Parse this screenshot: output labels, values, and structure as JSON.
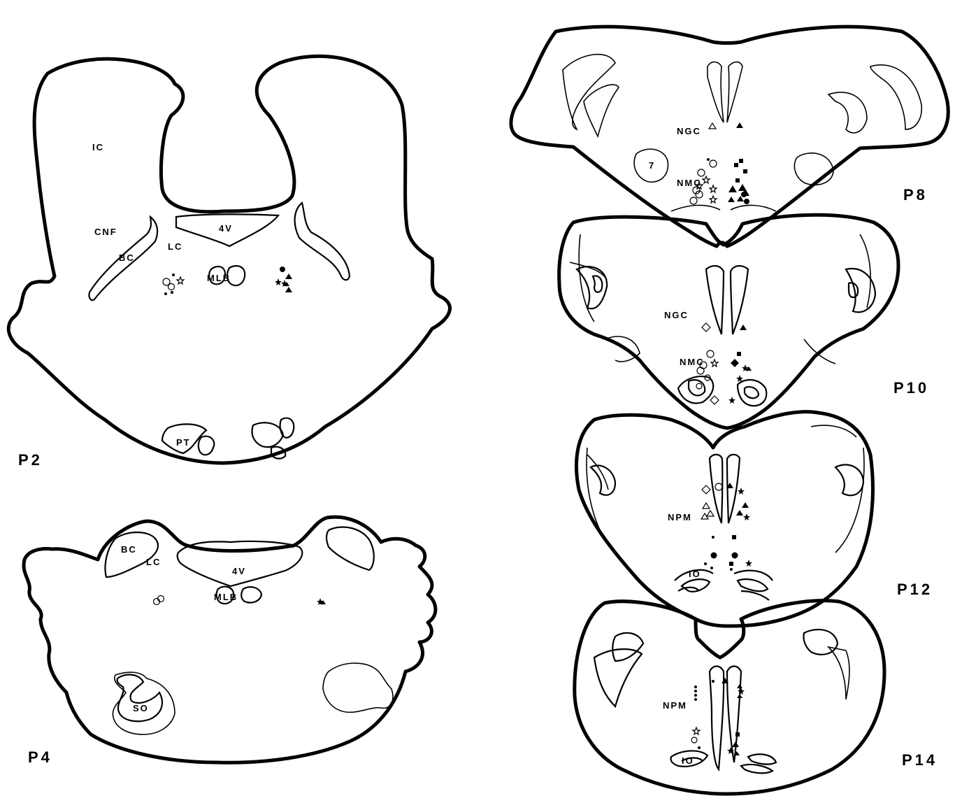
{
  "panels": {
    "p2": {
      "title": "P2",
      "labels": {
        "ic": "IC",
        "cnf": "CNF",
        "bc": "BC",
        "lc": "LC",
        "v4": "4V",
        "mlb": "MLB",
        "pt": "PT"
      }
    },
    "p4": {
      "title": "P4",
      "labels": {
        "bc": "BC",
        "lc": "LC",
        "v4": "4V",
        "mlb": "MLB",
        "so": "SO"
      }
    },
    "p8": {
      "title": "P8",
      "labels": {
        "ngc": "NGC",
        "nmc": "NMC",
        "seven": "7"
      }
    },
    "p10": {
      "title": "P10",
      "labels": {
        "ngc": "NGC",
        "nmc": "NMC"
      }
    },
    "p12": {
      "title": "P12",
      "labels": {
        "npm": "NPM",
        "io": "IO"
      }
    },
    "p14": {
      "title": "P14",
      "labels": {
        "npm": "NPM",
        "io": "IO"
      }
    }
  },
  "marker_legend": {
    "open_circle": "open-circle",
    "filled_circle": "filled-circle",
    "open_triangle": "open-triangle",
    "filled_triangle": "filled-triangle",
    "open_star": "open-star",
    "filled_star": "filled-star",
    "filled_square": "filled-square",
    "open_diamond": "open-diamond",
    "filled_diamond": "filled-diamond"
  }
}
